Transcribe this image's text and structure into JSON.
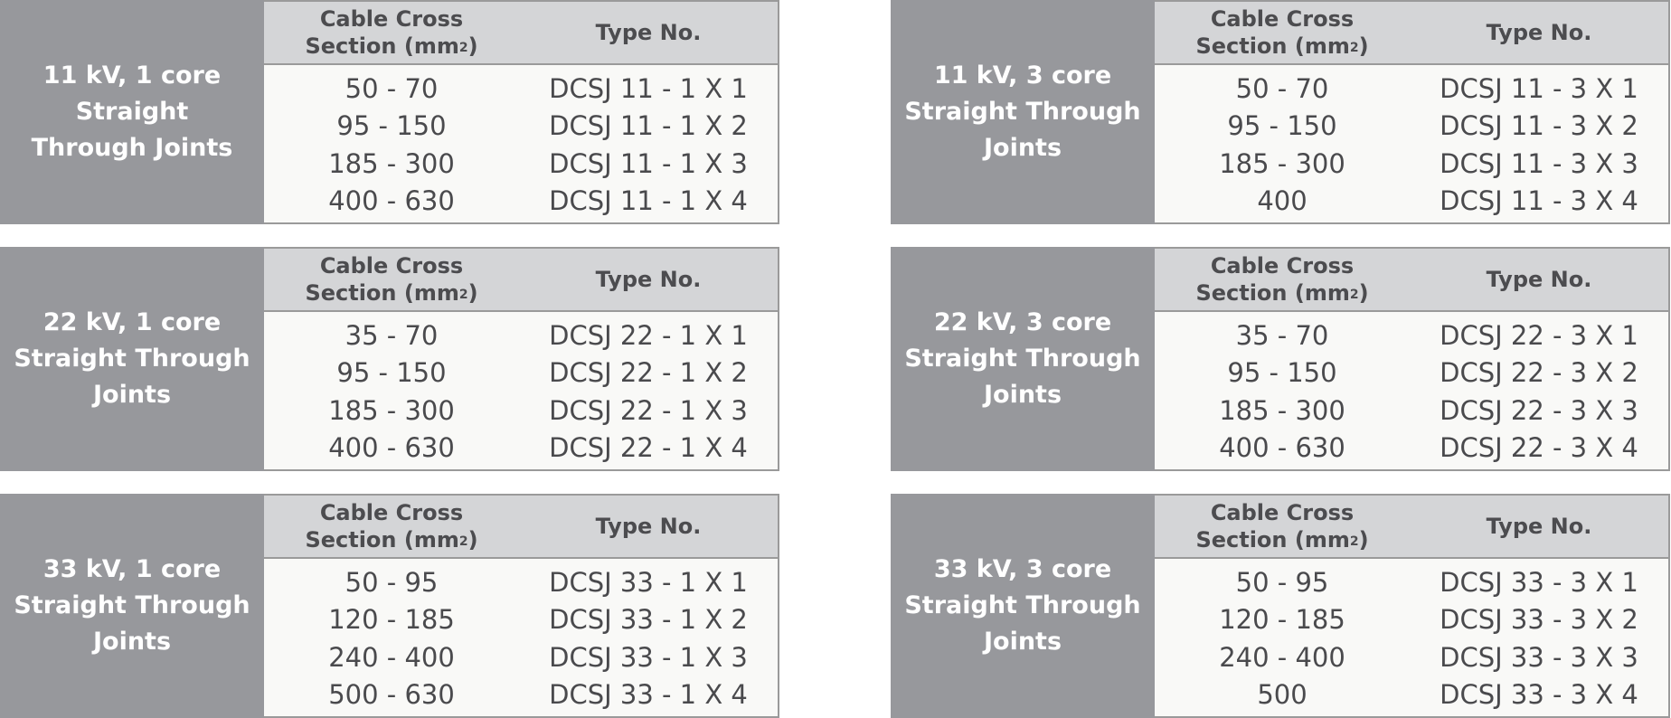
{
  "header_labels": {
    "cross_section_line1": "Cable Cross",
    "cross_section_line2": "Section (mm",
    "cross_section_sup": "2",
    "cross_section_close": ")",
    "type_no": "Type No."
  },
  "panels": [
    {
      "title": "11 kV, 1 core\nStraight\nThrough Joints",
      "rows": [
        {
          "section": "50 - 70",
          "type": "DCSJ 11 - 1 X 1"
        },
        {
          "section": "95 - 150",
          "type": "DCSJ 11 - 1 X 2"
        },
        {
          "section": "185 - 300",
          "type": "DCSJ 11 - 1 X 3"
        },
        {
          "section": "400 - 630",
          "type": "DCSJ 11 - 1 X 4"
        }
      ]
    },
    {
      "title": "11 kV, 3 core\nStraight Through\nJoints",
      "rows": [
        {
          "section": "50 - 70",
          "type": "DCSJ 11 - 3 X 1"
        },
        {
          "section": "95 - 150",
          "type": "DCSJ 11 - 3 X 2"
        },
        {
          "section": "185 - 300",
          "type": "DCSJ 11 - 3 X 3"
        },
        {
          "section": "400",
          "type": "DCSJ 11 - 3 X 4"
        }
      ]
    },
    {
      "title": "22 kV, 1 core\nStraight Through\nJoints",
      "rows": [
        {
          "section": "35 - 70",
          "type": "DCSJ 22 - 1 X 1"
        },
        {
          "section": "95 - 150",
          "type": "DCSJ 22 - 1 X 2"
        },
        {
          "section": "185 - 300",
          "type": "DCSJ 22 - 1 X 3"
        },
        {
          "section": "400 - 630",
          "type": "DCSJ 22 - 1 X 4"
        }
      ]
    },
    {
      "title": "22 kV, 3 core\nStraight Through\nJoints",
      "rows": [
        {
          "section": "35 - 70",
          "type": "DCSJ 22 - 3 X 1"
        },
        {
          "section": "95 - 150",
          "type": "DCSJ 22 - 3 X 2"
        },
        {
          "section": "185 - 300",
          "type": "DCSJ 22 - 3 X 3"
        },
        {
          "section": "400 - 630",
          "type": "DCSJ 22 - 3 X 4"
        }
      ]
    },
    {
      "title": "33 kV, 1 core\nStraight Through\nJoints",
      "rows": [
        {
          "section": "50 - 95",
          "type": "DCSJ 33 - 1 X 1"
        },
        {
          "section": "120 - 185",
          "type": "DCSJ 33 - 1 X 2"
        },
        {
          "section": "240 - 400",
          "type": "DCSJ 33 - 1 X 3"
        },
        {
          "section": "500 - 630",
          "type": "DCSJ 33 - 1 X 4"
        }
      ]
    },
    {
      "title": "33 kV, 3 core\nStraight Through\nJoints",
      "rows": [
        {
          "section": "50 - 95",
          "type": "DCSJ 33 - 3 X 1"
        },
        {
          "section": "120 - 185",
          "type": "DCSJ 33 - 3 X 2"
        },
        {
          "section": "240 - 400",
          "type": "DCSJ 33 - 3 X 3"
        },
        {
          "section": "500",
          "type": "DCSJ 33 - 3 X 4"
        }
      ]
    }
  ]
}
